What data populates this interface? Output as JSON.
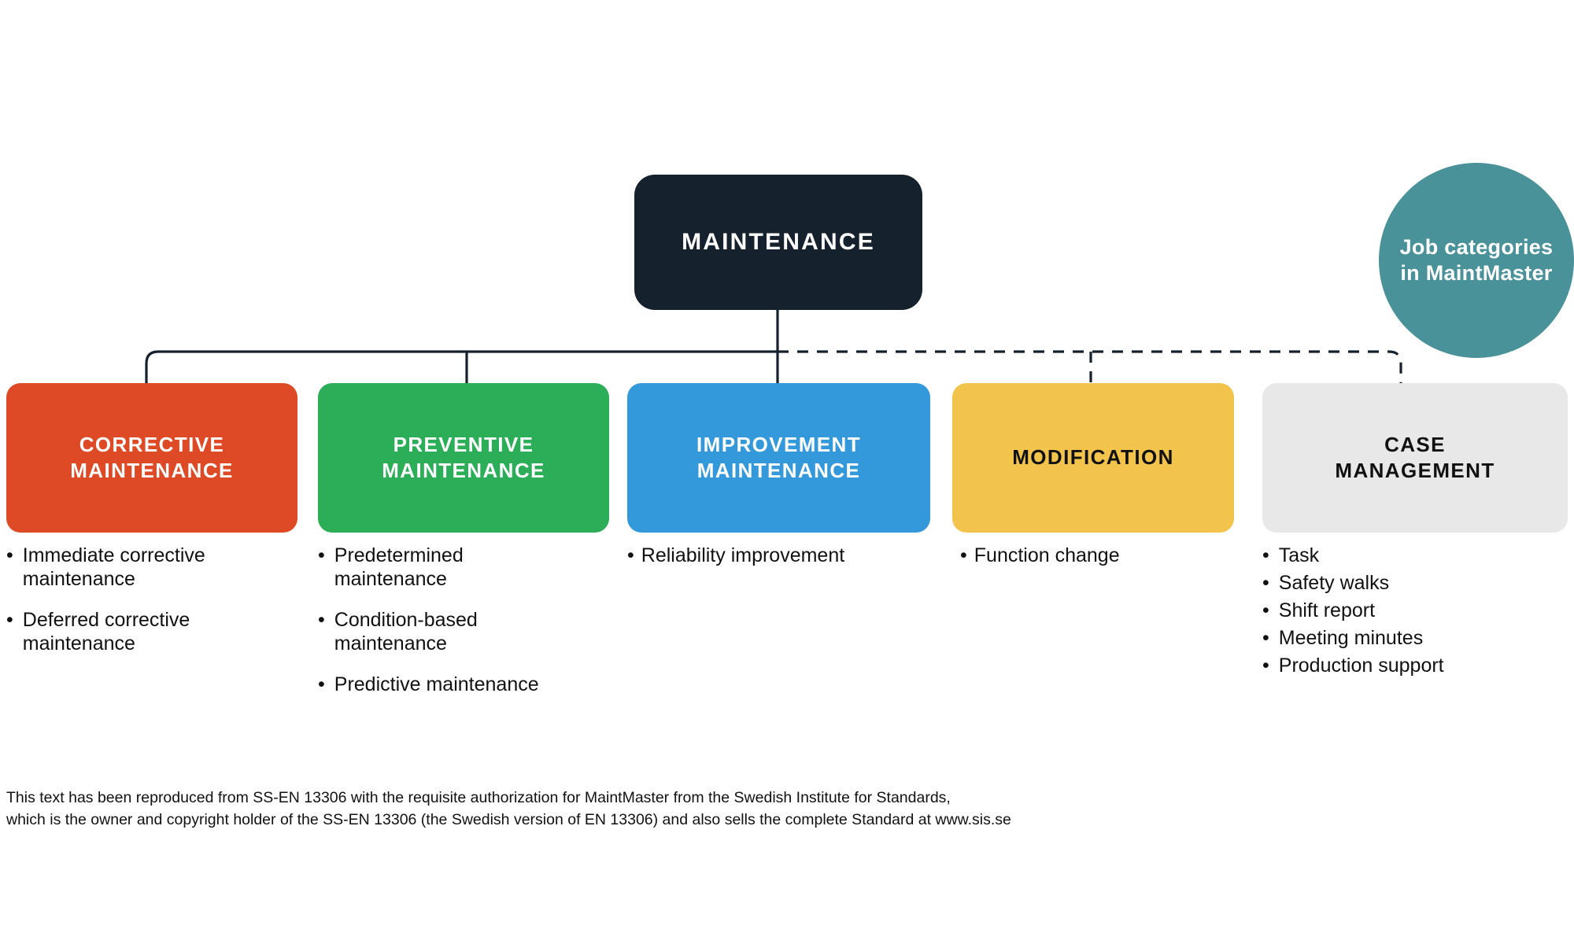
{
  "diagram": {
    "root": {
      "label": "MAINTENANCE",
      "color": "#16212E",
      "text_color": "#FFFFFF"
    },
    "badge": {
      "label": "Job categories\nin MaintMaster",
      "color": "#4A9299",
      "text_color": "#FFFFFF"
    },
    "categories": [
      {
        "label": "CORRECTIVE\nMAINTENANCE",
        "color": "#DE4A25",
        "text_color": "#FFFFFF",
        "connector": "solid",
        "items": [
          "Immediate corrective maintenance",
          "Deferred corrective maintenance"
        ]
      },
      {
        "label": "PREVENTIVE\nMAINTENANCE",
        "color": "#2BAE57",
        "text_color": "#FFFFFF",
        "connector": "solid",
        "items": [
          "Predetermined maintenance",
          "Condition-based maintenance",
          "Predictive maintenance"
        ]
      },
      {
        "label": "IMPROVEMENT\nMAINTENANCE",
        "color": "#3399DB",
        "text_color": "#FFFFFF",
        "connector": "solid",
        "items": [
          "Reliability improvement"
        ]
      },
      {
        "label": "MODIFICATION",
        "color": "#F2C44C",
        "text_color": "#111111",
        "connector": "dashed",
        "items": [
          "Function change"
        ]
      },
      {
        "label": "CASE\nMANAGEMENT",
        "color": "#E8E8E9",
        "text_color": "#111111",
        "connector": "dashed",
        "items": [
          "Task",
          "Safety walks",
          "Shift report",
          "Meeting minutes",
          "Production support"
        ]
      }
    ],
    "bullet_glyph": "•",
    "footer": {
      "line1": "This text has been reproduced from SS-EN 13306 with the requisite authorization for MaintMaster from the Swedish Institute for Standards,",
      "line2": "which is the owner and copyright holder of the SS-EN 13306 (the Swedish version of EN 13306) and also sells the complete Standard at www.sis.se"
    }
  }
}
